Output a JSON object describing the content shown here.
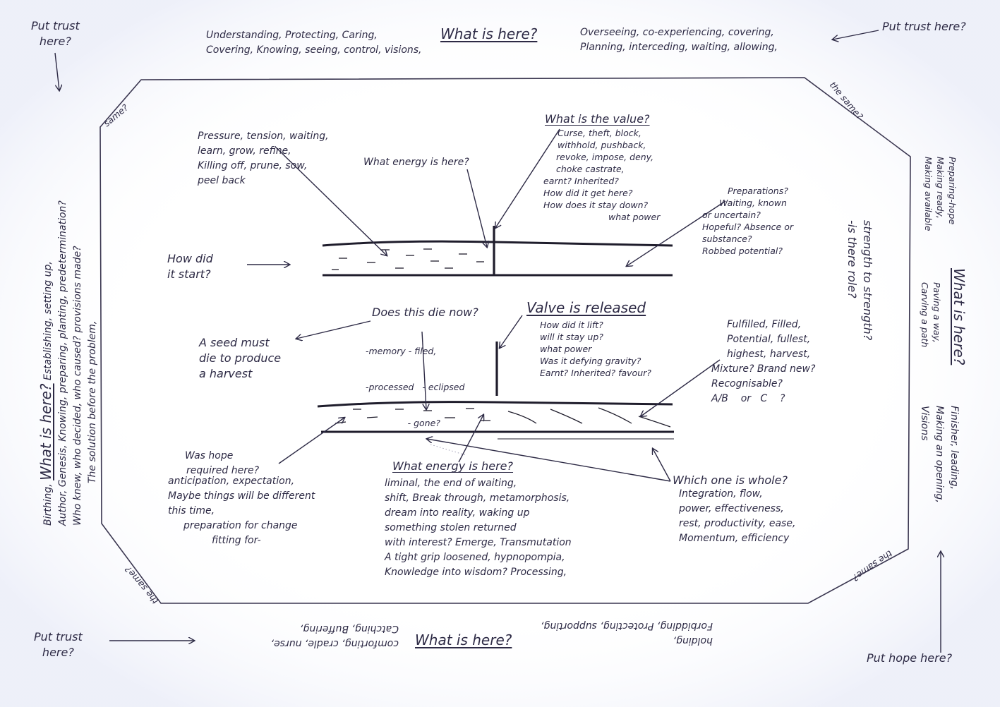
{
  "top": {
    "left_list": [
      "Understanding, Protecting, Caring,",
      "Covering, Knowing, seeing, control, visions,"
    ],
    "question": "What is here?",
    "right_list": [
      "Overseeing, co-experiencing, covering,",
      "Planning, interceding, waiting, allowing,"
    ],
    "trust_left": [
      "Put trust",
      "here?"
    ],
    "trust_right": "Put trust here?"
  },
  "corners": {
    "top_left": "same?",
    "top_right": "the same?",
    "bottom_left": "the same?",
    "bottom_right": "the same?"
  },
  "left": {
    "question": "What is here?",
    "line1": "Birthing,",
    "line1_rest": "Establishing, setting up,",
    "line2": "Author, Genesis, Knowing, preparing, planting, predetermination?",
    "line3": "Who knew, who decided, who caused? provisions made?",
    "line4": "The solution before the problem,"
  },
  "right": {
    "top_lines": [
      "Preparing-hope",
      "Making ready,",
      "Making available"
    ],
    "question": "What is here?",
    "mid_lines": [
      "Paving a way,",
      "Carving a path"
    ],
    "bottom_lines": [
      "Finisher, leading,",
      "Making an opening,",
      "Visions"
    ],
    "strength": "strength to strength?",
    "rele": "-is there role?"
  },
  "bottom": {
    "trust": [
      "Put trust",
      "here?"
    ],
    "left_list": [
      "comforting, cradle, nurse,",
      "Catching, Buffering,"
    ],
    "question": "What is here?",
    "right_list": [
      "holding,",
      "Forbidding, Protecting, supporting,"
    ],
    "hope": "Put hope here?"
  },
  "upper": {
    "pressure": [
      "Pressure, tension, waiting,",
      "learn, grow,   refine,",
      "Killing off, prune,   sow,",
      "peel back"
    ],
    "energy_q": "What energy is here?",
    "value_q": "What is the value?",
    "value_list": [
      "Curse, theft, block,",
      "withhold, pushback,",
      "revoke, impose, deny,",
      "choke castrate,",
      "earnt? Inherited?",
      "How did it get here?",
      "How does it stay down?",
      "what power"
    ],
    "prep": [
      "Preparations?",
      "Waiting, known",
      "or uncertain?",
      "Hopeful? Absence or",
      "substance?",
      "Robbed potential?"
    ],
    "start_q": [
      "How did",
      "it start?"
    ]
  },
  "lower": {
    "die_q": "Does this die now?",
    "die_list": [
      "-memory - filed,",
      "-processed   - eclipsed",
      "               - gone?"
    ],
    "released": "Valve is released",
    "lift_list": [
      "How did it lift?",
      "will it stay up?",
      "what power",
      "Was it defying gravity?",
      "Earnt? Inherited? favour?"
    ],
    "seed": [
      "A seed must",
      "die to produce",
      "a harvest"
    ],
    "fulfilled": [
      "Fulfilled, Filled,",
      "Potential, fullest,",
      "highest, harvest,",
      "Mixture? Brand new?",
      "Recognisable?",
      "A/B    or   C    ?"
    ],
    "hope_q": [
      "Was hope",
      "required here?"
    ],
    "hope_list": [
      "anticipation, expectation,",
      "Maybe things will be different",
      "this time,",
      "preparation for change",
      "fitting for-"
    ],
    "energy_q": "What energy is here?",
    "energy_list": [
      "liminal, the end of waiting,",
      "shift, Break through, metamorphosis,",
      "dream into reality, waking up",
      "something stolen returned",
      "with interest? Emerge, Transmutation",
      "A tight grip loosened, hypnopompia,",
      "Knowledge into wisdom? Processing,"
    ],
    "whole_q": "Which one is whole?",
    "whole_list": [
      "Integration, flow,",
      "power, effectiveness,",
      "rest, productivity, ease,",
      "Momentum, efficiency"
    ]
  }
}
